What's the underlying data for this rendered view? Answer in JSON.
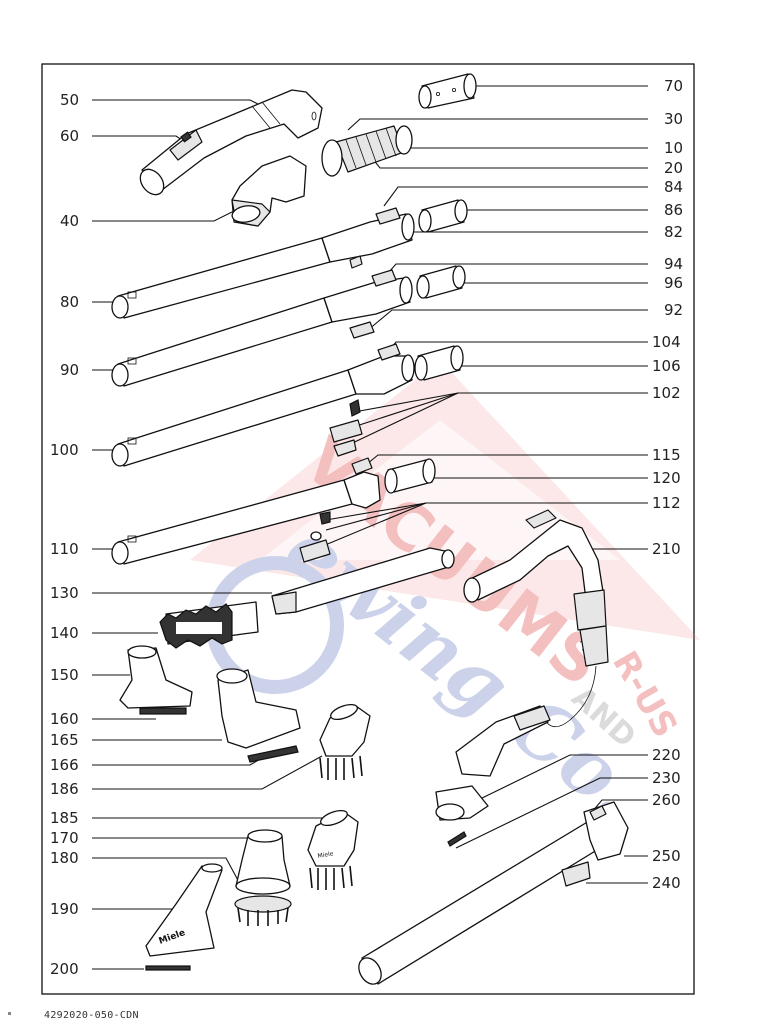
{
  "diagram": {
    "callouts": {
      "c50": "50",
      "c60": "60",
      "c40": "40",
      "c70": "70",
      "c30": "30",
      "c10": "10",
      "c20": "20",
      "c84": "84",
      "c86": "86",
      "c82": "82",
      "c80": "80",
      "c94": "94",
      "c96": "96",
      "c92": "92",
      "c90": "90",
      "c104": "104",
      "c106": "106",
      "c102": "102",
      "c100": "100",
      "c115": "115",
      "c120": "120",
      "c112": "112",
      "c110": "110",
      "c210": "210",
      "c130": "130",
      "c140": "140",
      "c150": "150",
      "c160": "160",
      "c165": "165",
      "c166": "166",
      "c186": "186",
      "c185": "185",
      "c170": "170",
      "c180": "180",
      "c190": "190",
      "c200": "200",
      "c220": "220",
      "c230": "230",
      "c260": "260",
      "c250": "250",
      "c240": "240"
    },
    "brand_on_part": "Miele",
    "watermark_text": "VACUUMS R-US AND Sewing Co."
  },
  "footer": {
    "code": "4292020-050-CDN"
  },
  "colors": {
    "watermark_red": "#e14a4a",
    "watermark_blue": "#6f7fc4",
    "line": "#111111"
  }
}
